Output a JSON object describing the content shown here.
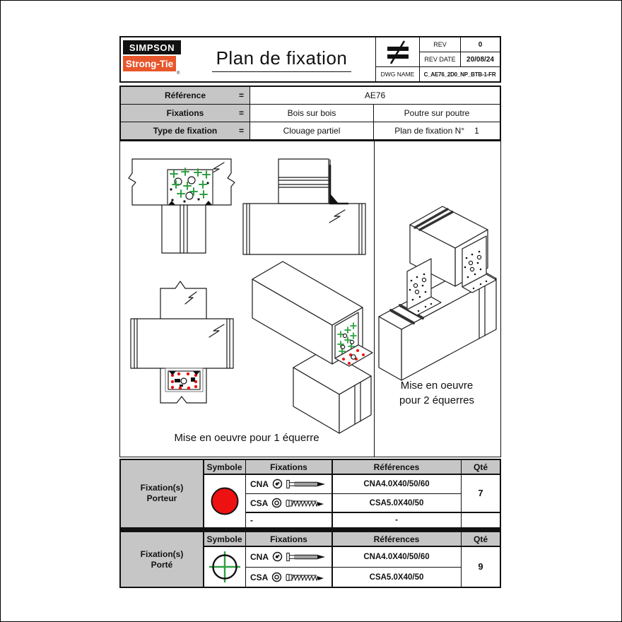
{
  "colors": {
    "accent_orange": "#e8562b",
    "marker_red": "#ee1111",
    "marker_green": "#2fa042",
    "header_gray": "#c6c6c6",
    "line_black": "#111111"
  },
  "header": {
    "logo_line1": "SIMPSON",
    "logo_line2": "Strong-Tie",
    "logo_reg": "®",
    "title": "Plan de fixation",
    "rev_label": "REV",
    "rev_value": "0",
    "rev_date_label": "REV DATE",
    "rev_date_value": "20/08/24",
    "dwg_label": "DWG NAME",
    "dwg_value": "C_AE76_2D0_NP_BTB-1-FR"
  },
  "info": {
    "row1_label": "Référence",
    "eq": "=",
    "row1_value": "AE76",
    "row2_label": "Fixations",
    "row2_value1": "Bois sur bois",
    "row2_value2": "Poutre sur poutre",
    "row3_label": "Type de fixation",
    "row3_value1": "Clouage partiel",
    "row3_value2_label": "Plan de fixation N°",
    "row3_value2_num": "1"
  },
  "drawings": {
    "caption_left": "Mise en oeuvre pour 1 équerre",
    "caption_right_line1": "Mise en oeuvre",
    "caption_right_line2": "pour 2 équerres"
  },
  "tables": [
    {
      "row_title_line1": "Fixation(s)",
      "row_title_line2": "Porteur",
      "h_symbole": "Symbole",
      "h_fixations": "Fixations",
      "h_references": "Références",
      "h_qte": "Qté",
      "symbol": "red-filled-circle",
      "rows": [
        {
          "code": "CNA",
          "ref": "CNA4.0X40/50/60"
        },
        {
          "code": "CSA",
          "ref": "CSA5.0X40/50"
        },
        {
          "code": "-",
          "ref": "-"
        }
      ],
      "qty": "7"
    },
    {
      "row_title_line1": "Fixation(s)",
      "row_title_line2": "Porté",
      "h_symbole": "Symbole",
      "h_fixations": "Fixations",
      "h_references": "Références",
      "h_qte": "Qté",
      "symbol": "green-crosshair-circle",
      "rows": [
        {
          "code": "CNA",
          "ref": "CNA4.0X40/50/60"
        },
        {
          "code": "CSA",
          "ref": "CSA5.0X40/50"
        }
      ],
      "qty": "9"
    }
  ]
}
